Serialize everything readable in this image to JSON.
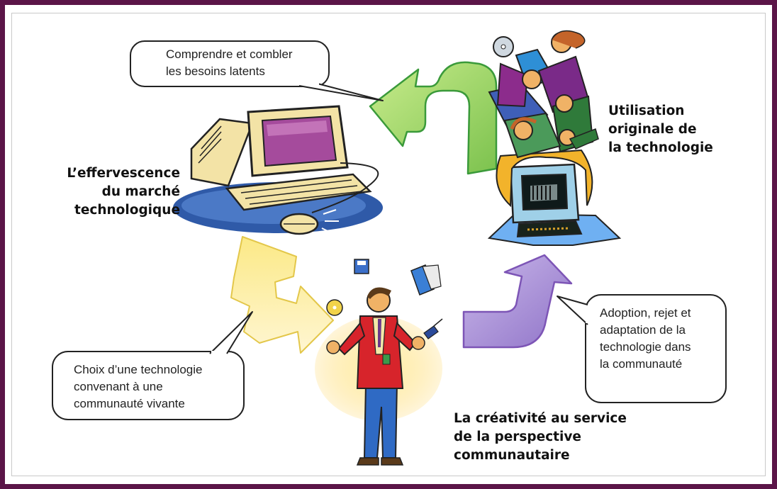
{
  "nodes": {
    "market": {
      "lines": [
        "L’effervescence",
        "du marché",
        "technologique"
      ]
    },
    "use": {
      "lines": [
        "Utilisation",
        "originale de",
        "la technologie"
      ]
    },
    "community": {
      "lines": [
        "La créativité au service",
        "de la perspective",
        "communautaire"
      ]
    }
  },
  "bubbles": {
    "needs": {
      "lines": [
        "Comprendre et combler",
        "les besoins latents"
      ]
    },
    "choice": {
      "lines": [
        "Choix d’une technologie",
        "convenant à une",
        "communauté vivante"
      ]
    },
    "adoption": {
      "lines": [
        "Adoption, rejet et",
        "adaptation de la",
        "technologie dans",
        "la communauté"
      ]
    }
  },
  "colors": {
    "frame": "#5b1548",
    "arrow_green": "#9ed36a",
    "arrow_yellow": "#f7e78a",
    "arrow_purple": "#b9a2dc"
  }
}
